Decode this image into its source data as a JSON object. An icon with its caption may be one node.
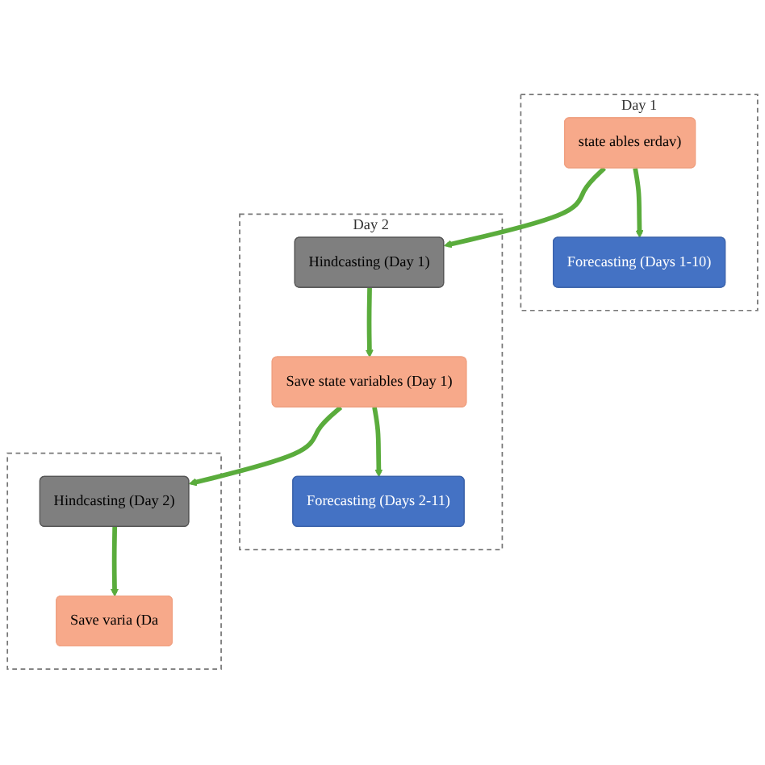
{
  "diagram": {
    "nodes": [
      {
        "text": [
          "Day 1"
        ]
      },
      {
        "text": [
          "state ables erdav)"
        ],
        "in": 0
      },
      {
        "text": [
          "Forecasting (Days 1-10)"
        ],
        "in": 0
      },
      {
        "text": [
          "Day 2"
        ]
      },
      {
        "text": [
          "Hindcasting (Day 1)"
        ],
        "in": 3
      },
      {
        "text": [
          "Save state variables (Day 1)"
        ],
        "in": 3
      },
      {
        "text": [
          "Forecasting (Days 2-11)"
        ],
        "in": 3
      },
      {
        "text": [],
        "shape": "box"
      },
      {
        "text": [
          "Hindcasting (Day 2)"
        ],
        "in": 7
      },
      {
        "text": [
          "Save varia (Da"
        ],
        "in": 7
      }
    ],
    "edges": [
      {
        "from": 1,
        "to": 2,
        "arrow": "to"
      },
      {
        "from": 1,
        "to": 4,
        "arrow": "to"
      },
      {
        "from": 4,
        "to": 5,
        "arrow": "to"
      },
      {
        "from": 5,
        "to": 6,
        "arrow": "to"
      },
      {
        "from": 5,
        "to": 8,
        "arrow": "to"
      },
      {
        "from": 8,
        "to": 9,
        "arrow": "to"
      }
    ]
  }
}
